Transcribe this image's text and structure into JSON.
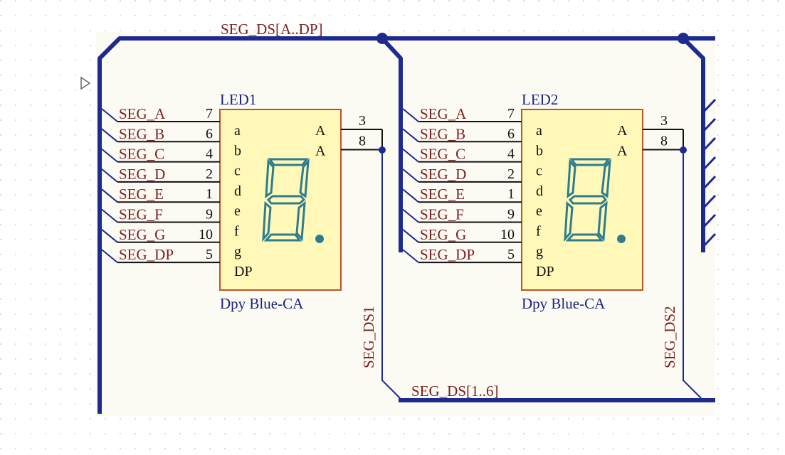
{
  "schematic": {
    "top_bus_label": "SEG_DS[A..DP]",
    "bottom_bus_label": "SEG_DS[1..6]",
    "components": [
      {
        "designator": "LED1",
        "comment": "Dpy Blue-CA",
        "digit_net": "SEG_DS1",
        "pins": [
          {
            "net": "SEG_A",
            "num": "7",
            "name": "a"
          },
          {
            "net": "SEG_B",
            "num": "6",
            "name": "b"
          },
          {
            "net": "SEG_C",
            "num": "4",
            "name": "c"
          },
          {
            "net": "SEG_D",
            "num": "2",
            "name": "d"
          },
          {
            "net": "SEG_E",
            "num": "1",
            "name": "e"
          },
          {
            "net": "SEG_F",
            "num": "9",
            "name": "f"
          },
          {
            "net": "SEG_G",
            "num": "10",
            "name": "g"
          },
          {
            "net": "SEG_DP",
            "num": "5",
            "name": "DP"
          }
        ],
        "common_pins": [
          {
            "num": "3",
            "name": "A"
          },
          {
            "num": "8",
            "name": "A"
          }
        ]
      },
      {
        "designator": "LED2",
        "comment": "Dpy Blue-CA",
        "digit_net": "SEG_DS2",
        "pins": [
          {
            "net": "SEG_A",
            "num": "7",
            "name": "a"
          },
          {
            "net": "SEG_B",
            "num": "6",
            "name": "b"
          },
          {
            "net": "SEG_C",
            "num": "4",
            "name": "c"
          },
          {
            "net": "SEG_D",
            "num": "2",
            "name": "d"
          },
          {
            "net": "SEG_E",
            "num": "1",
            "name": "e"
          },
          {
            "net": "SEG_F",
            "num": "9",
            "name": "f"
          },
          {
            "net": "SEG_G",
            "num": "10",
            "name": "g"
          },
          {
            "net": "SEG_DP",
            "num": "5",
            "name": "DP"
          }
        ],
        "common_pins": [
          {
            "num": "3",
            "name": "A"
          },
          {
            "num": "8",
            "name": "A"
          }
        ]
      }
    ],
    "colors": {
      "bus": "#1f2a8f",
      "net_label": "#7a1f1f",
      "body_fill": "#fff8b8",
      "body_border": "#b8562a",
      "segment": "#2e7d8f",
      "designator": "#1a237e"
    }
  }
}
